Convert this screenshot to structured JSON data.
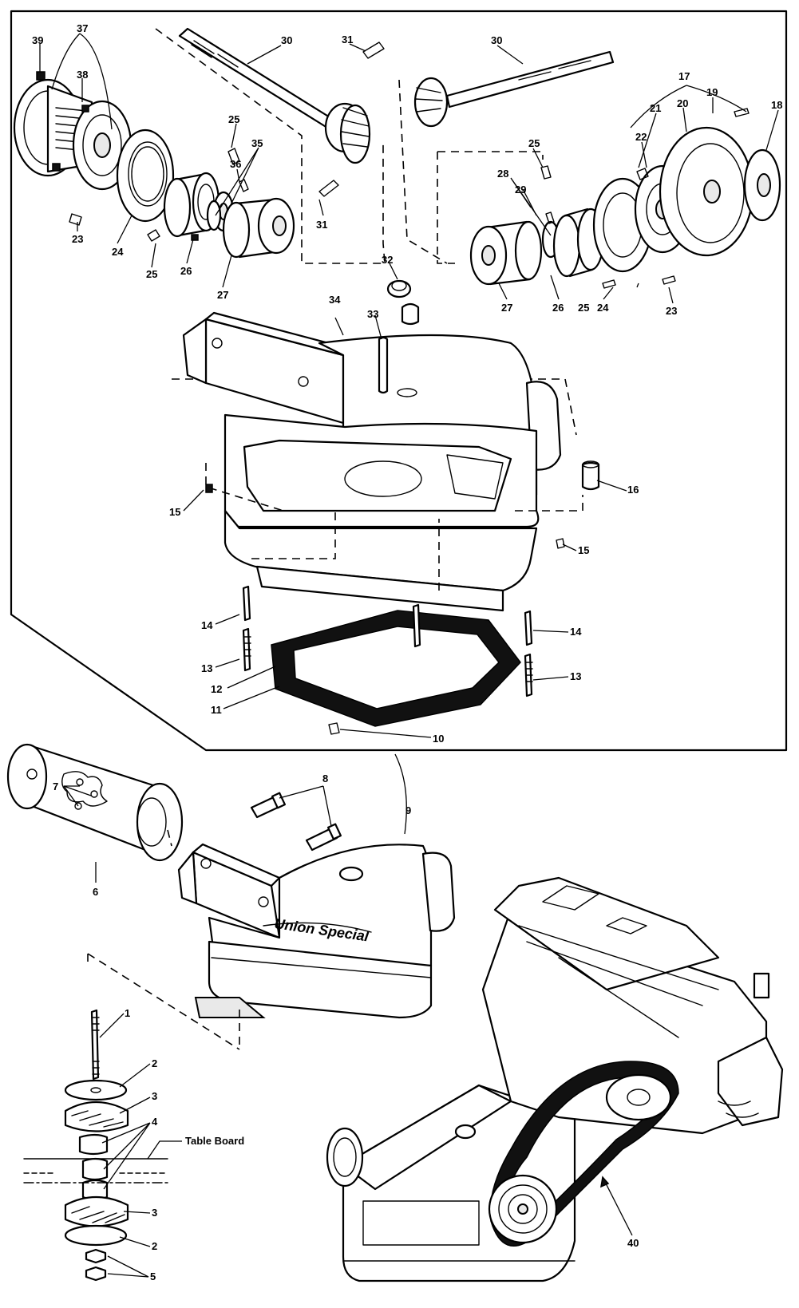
{
  "diagram": {
    "callouts": {
      "c1": "1",
      "c2a": "2",
      "c2b": "2",
      "c3a": "3",
      "c3b": "3",
      "c4": "4",
      "c5": "5",
      "c6": "6",
      "c7": "7",
      "c8": "8",
      "c9": "9",
      "c10": "10",
      "c11": "11",
      "c12": "12",
      "c13a": "13",
      "c13b": "13",
      "c14a": "14",
      "c14b": "14",
      "c15a": "15",
      "c15b": "15",
      "c16": "16",
      "c17": "17",
      "c18": "18",
      "c19": "19",
      "c20": "20",
      "c21": "21",
      "c22": "22",
      "c23a": "23",
      "c23b": "23",
      "c24a": "24",
      "c24b": "24",
      "c25a": "25",
      "c25b": "25",
      "c25c": "25",
      "c25d": "25",
      "c26a": "26",
      "c26b": "26",
      "c27a": "27",
      "c27b": "27",
      "c28": "28",
      "c29": "29",
      "c30a": "30",
      "c30b": "30",
      "c31a": "31",
      "c31b": "31",
      "c32": "32",
      "c33": "33",
      "c34": "34",
      "c35": "35",
      "c36": "36",
      "c37": "37",
      "c38": "38",
      "c39": "39",
      "c40": "40"
    },
    "table_board_label": "Table Board",
    "brand_script": "Union Special"
  }
}
